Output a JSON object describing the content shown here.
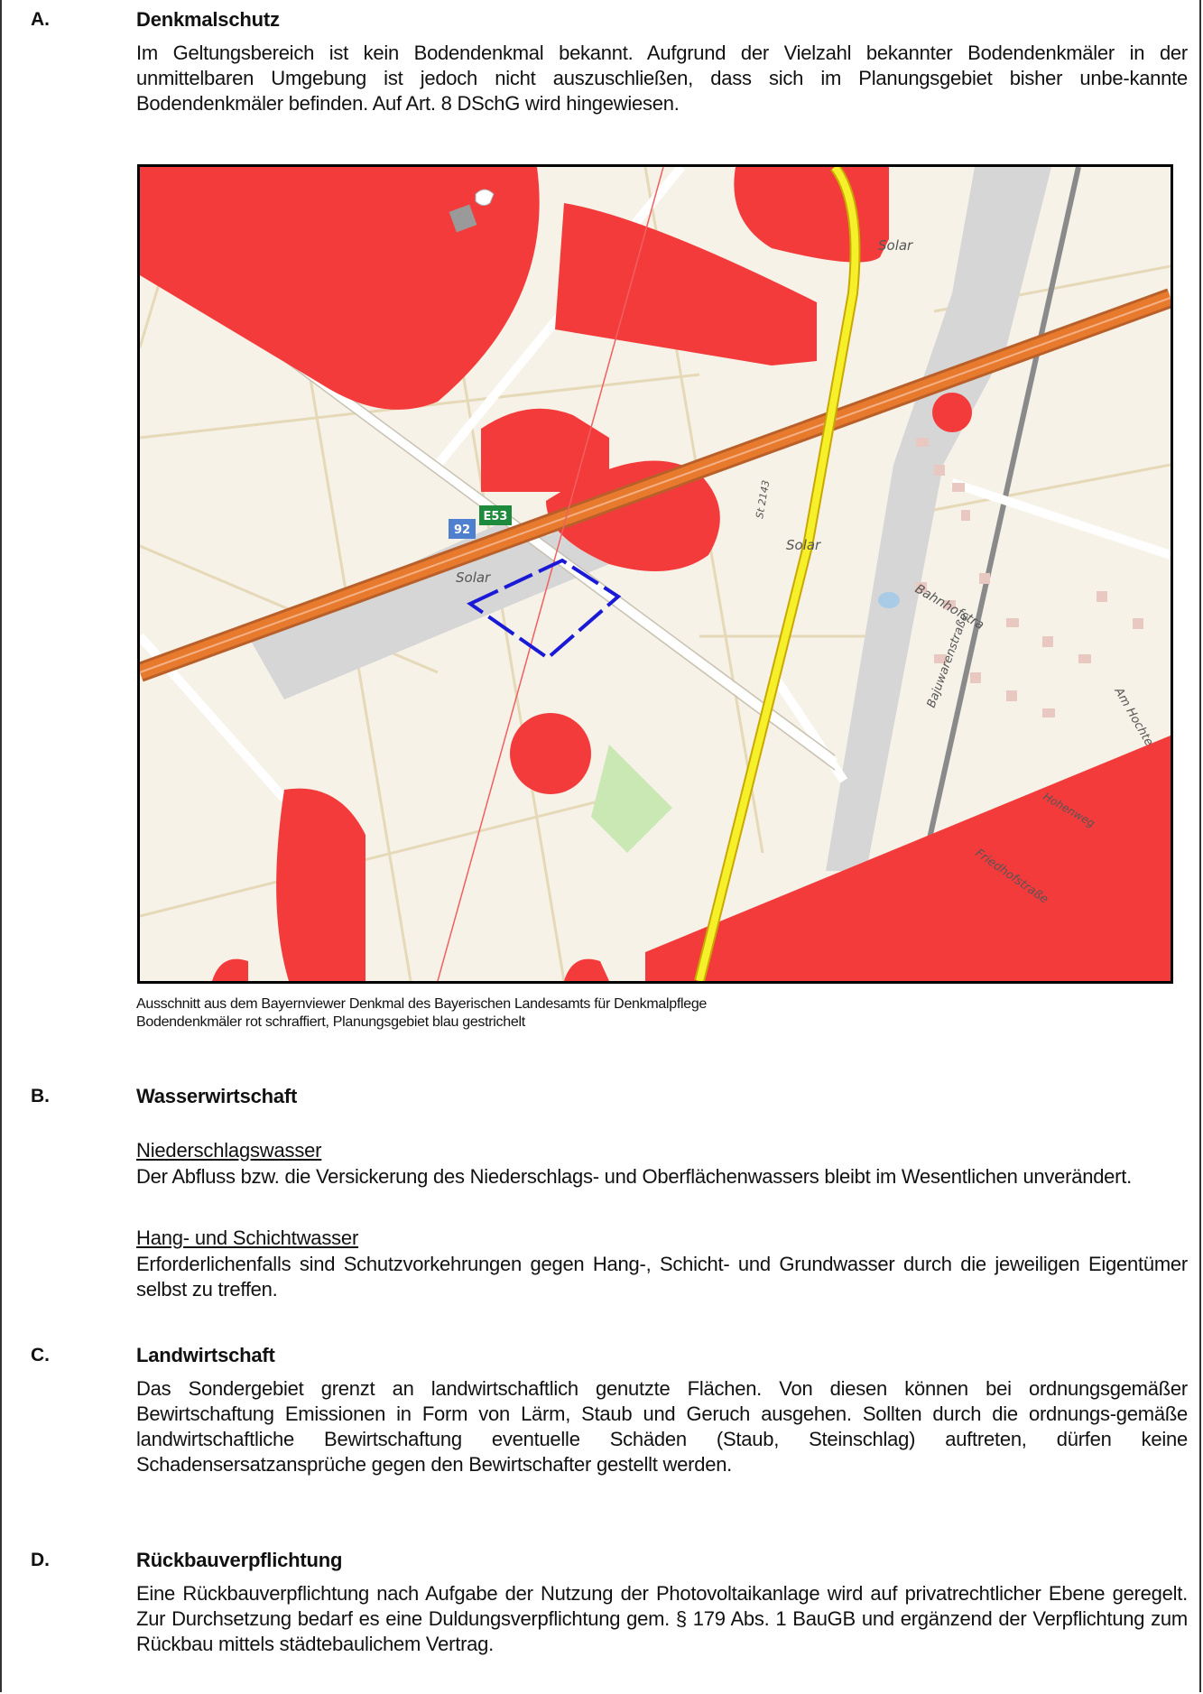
{
  "sections": {
    "a": {
      "letter": "A.",
      "title": "Denkmalschutz",
      "text": "Im Geltungsbereich ist kein Bodendenkmal bekannt. Aufgrund der Vielzahl bekannter Bodendenkmäler in der unmittelbaren Umgebung ist jedoch nicht auszuschließen, dass sich im Planungsgebiet bisher unbe-kannte Bodendenkmäler befinden. Auf Art. 8 DSchG wird hingewiesen."
    },
    "b": {
      "letter": "B.",
      "title": "Wasserwirtschaft",
      "sub1": "Niederschlagswasser",
      "text1": "Der Abfluss bzw. die Versickerung des Niederschlags- und Oberflächenwassers bleibt im Wesentlichen unverändert.",
      "sub2": "Hang- und Schichtwasser",
      "text2": "Erforderlichenfalls sind Schutzvorkehrungen gegen Hang-, Schicht- und Grundwasser durch die jeweiligen Eigentümer selbst zu treffen."
    },
    "c": {
      "letter": "C.",
      "title": "Landwirtschaft",
      "text": "Das Sondergebiet grenzt an landwirtschaftlich genutzte Flächen. Von diesen können bei ordnungsgemäßer Bewirtschaftung Emissionen in Form von Lärm, Staub und Geruch ausgehen. Sollten durch die ordnungs-gemäße landwirtschaftliche Bewirtschaftung eventuelle Schäden (Staub, Steinschlag) auftreten, dürfen keine Schadensersatzansprüche gegen den Bewirtschafter gestellt werden."
    },
    "d": {
      "letter": "D.",
      "title": "Rückbauverpflichtung",
      "text": "Eine Rückbauverpflichtung nach Aufgabe der Nutzung der Photovoltaikanlage wird auf privatrechtlicher Ebene geregelt. Zur Durchsetzung bedarf es eine Duldungsverpflichtung gem. § 179 Abs. 1 BauGB und ergänzend der Verpflichtung zum Rückbau mittels städtebaulichem Vertrag."
    }
  },
  "map": {
    "labels": {
      "solar_top": "Solar",
      "solar_mid": "Solar",
      "solar_left": "Solar",
      "road_st": "St 2143",
      "shield_92": "92",
      "shield_e53": "E53",
      "street_bahnhof": "Bahnhofstra",
      "street_bajuwaren": "Bajuwarenstraße",
      "street_am_hoch": "Am Hochte",
      "street_hohen": "Hohenweg",
      "street_friedhof": "Friedhofstraße"
    },
    "colors": {
      "monument": "#f43b3b",
      "planning_area": "#1a1ad6",
      "motorway": "#e87a2e",
      "state_road": "#f5f02a",
      "solar": "#d6d6d6",
      "land": "#f6f2e8"
    }
  },
  "caption": {
    "line1": "Ausschnitt aus dem Bayernviewer Denkmal des Bayerischen Landesamts für Denkmalpflege",
    "line2": "Bodendenkmäler rot schraffiert, Planungsgebiet blau gestrichelt"
  }
}
